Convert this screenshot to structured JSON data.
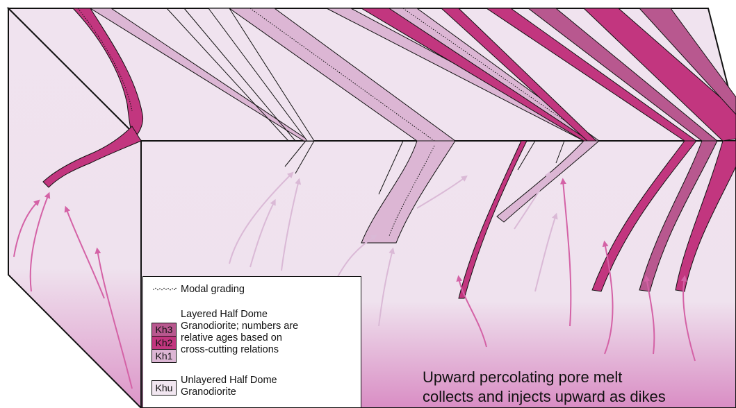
{
  "legend": {
    "modal_grading": "Modal grading",
    "layered_text": [
      "Layered Half Dome",
      "Granodiorite; numbers are",
      "relative ages based on",
      "cross-cutting relations"
    ],
    "units": [
      {
        "code": "Kh3",
        "color": "#b8588f"
      },
      {
        "code": "Kh2",
        "color": "#c2367f"
      },
      {
        "code": "Kh1",
        "color": "#dcb6d4"
      }
    ],
    "unlayered_code": "Khu",
    "unlayered_color": "#f1e6f0",
    "unlayered_text": [
      "Unlayered Half Dome",
      "Granodiorite"
    ]
  },
  "caption": {
    "line1": "Upward percolating pore melt",
    "line2": "collects and injects upward as dikes"
  },
  "colors": {
    "background": "#f0e3ef",
    "kh3": "#b8588f",
    "kh2": "#c2367f",
    "kh1": "#dcb6d4",
    "arrow_dark": "#d462a6",
    "arrow_light": "#dab9d6"
  }
}
